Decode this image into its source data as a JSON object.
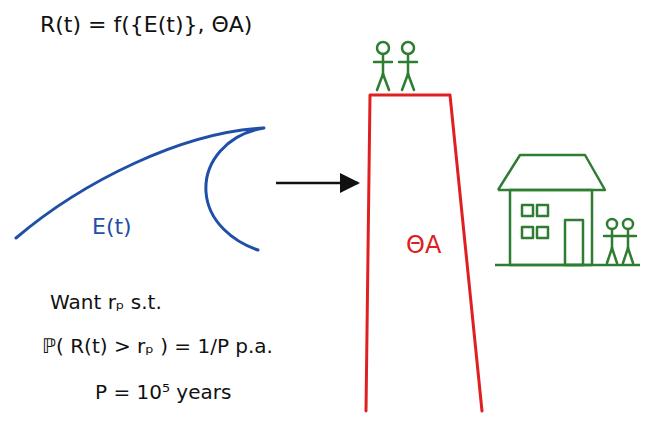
{
  "diagram": {
    "nodes": [
      {
        "text": [
          "E(t)"
        ]
      },
      {
        "text": [
          "ΘA"
        ]
      }
    ],
    "edges": [
      {
        "from": 0,
        "to": 1,
        "arrow": "to"
      }
    ],
    "labels": [
      "R(t) = f({E(t)}, ΘA)",
      "Want rₚ s.t.",
      "ℙ( R(t) > rₚ ) = 1/P p.a.",
      "P = 10⁵ years"
    ]
  }
}
